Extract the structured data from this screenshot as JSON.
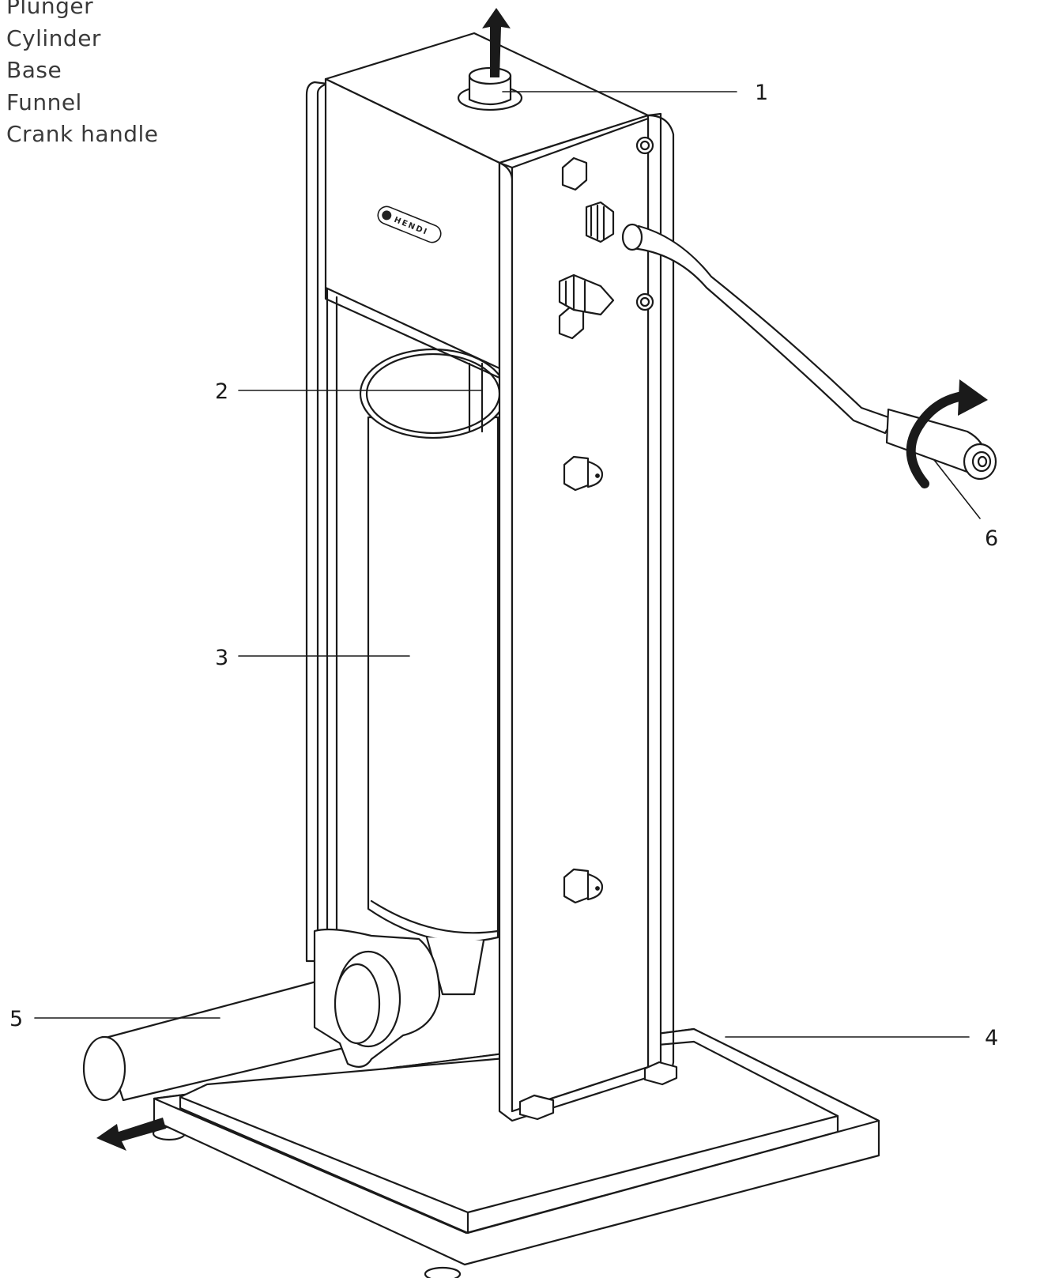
{
  "parts": [
    {
      "label": "Plunger"
    },
    {
      "label": "Cylinder"
    },
    {
      "label": "Base"
    },
    {
      "label": "Funnel"
    },
    {
      "label": "Crank handle"
    }
  ],
  "callouts": {
    "c1": "1",
    "c2": "2",
    "c3": "3",
    "c4": "4",
    "c5": "5",
    "c6": "6"
  },
  "logo": {
    "text": "HENDI"
  },
  "colors": {
    "line": "#1a1a1a",
    "fill": "#ffffff",
    "arrow": "#1a1a1a"
  }
}
